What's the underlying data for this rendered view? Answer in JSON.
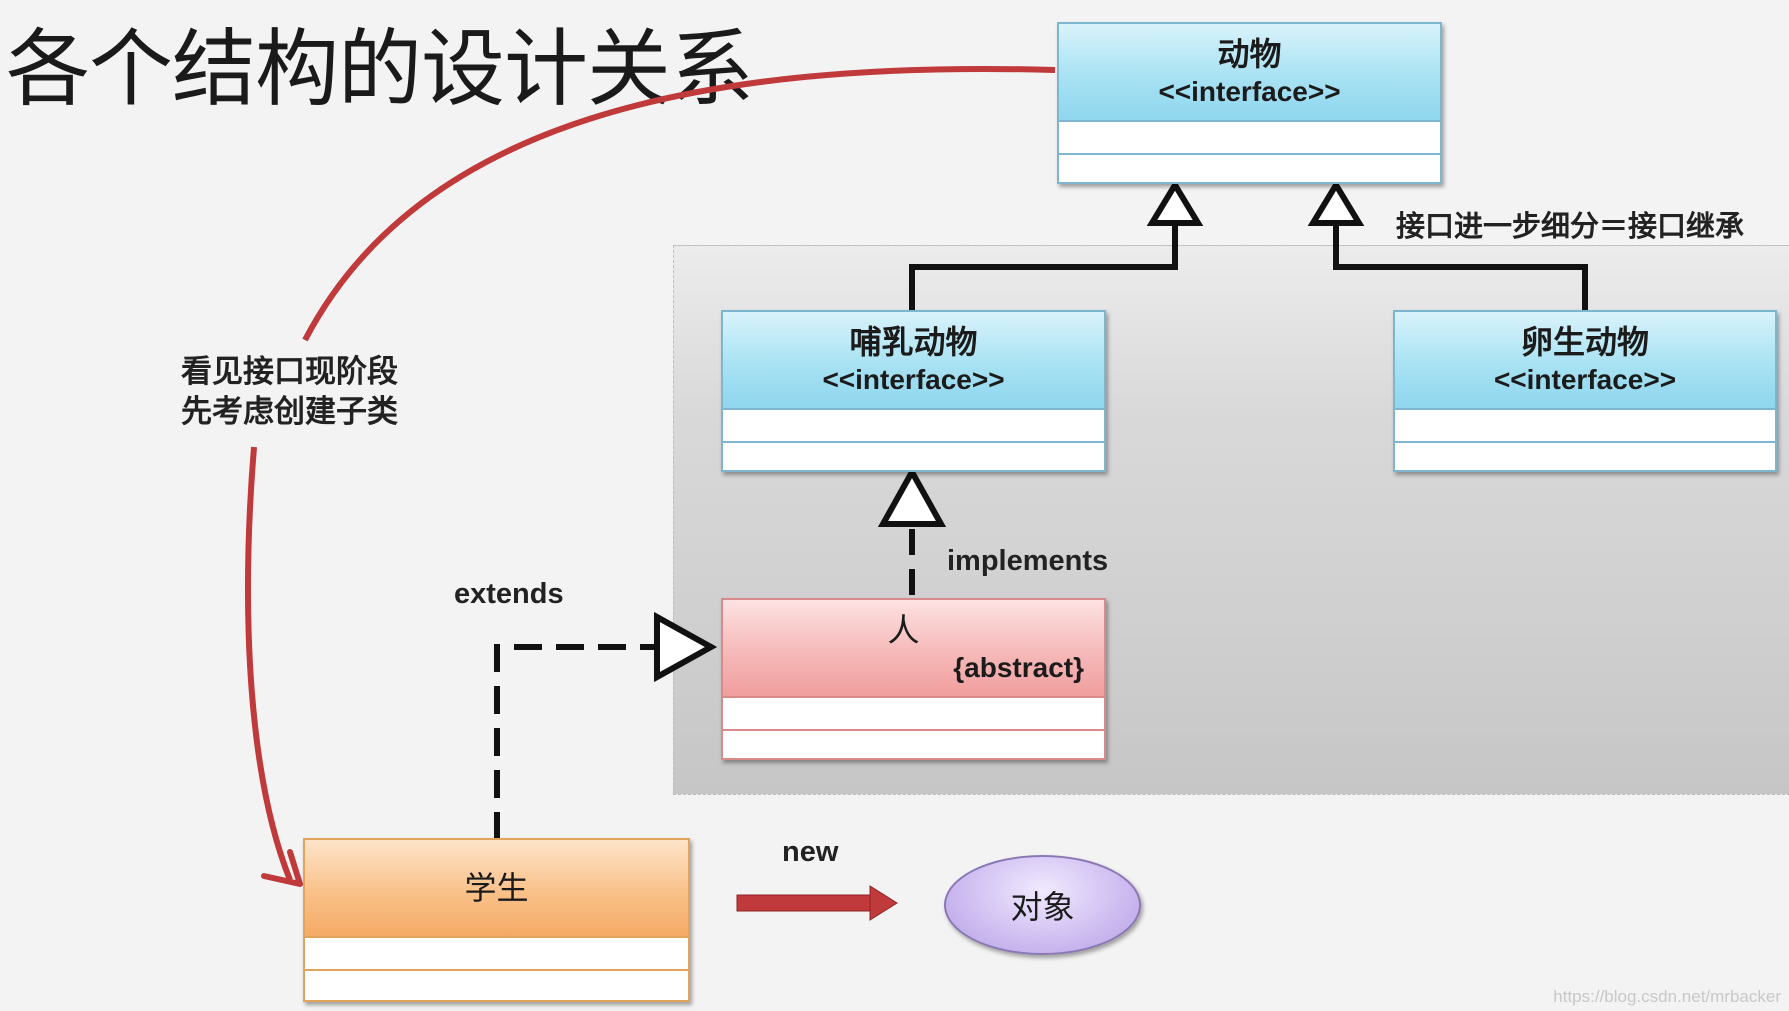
{
  "title": "各个结构的设计关系",
  "boxes": {
    "animal": {
      "name": "动物",
      "stereotype": "<<interface>>"
    },
    "mammal": {
      "name": "哺乳动物",
      "stereotype": "<<interface>>"
    },
    "oviparous": {
      "name": "卵生动物",
      "stereotype": "<<interface>>"
    },
    "person": {
      "name": "人",
      "stereotype": "{abstract}"
    },
    "student": {
      "name": "学生"
    }
  },
  "object": {
    "name": "对象"
  },
  "labels": {
    "implements": "implements",
    "extends": "extends",
    "new": "new",
    "interface_note": "接口进一步细分＝接口继承",
    "left_note_line1": "看见接口现阶段",
    "left_note_line2": "先考虑创建子类"
  },
  "watermark": "https://blog.csdn.net/mrbacker",
  "colors": {
    "interface_fill": "#a8e2f3",
    "abstract_fill": "#f6b9b9",
    "class_fill": "#f9c189",
    "object_fill": "#cdbbf0",
    "curve_red": "#c0393b",
    "arrow_red": "#c0393b"
  }
}
